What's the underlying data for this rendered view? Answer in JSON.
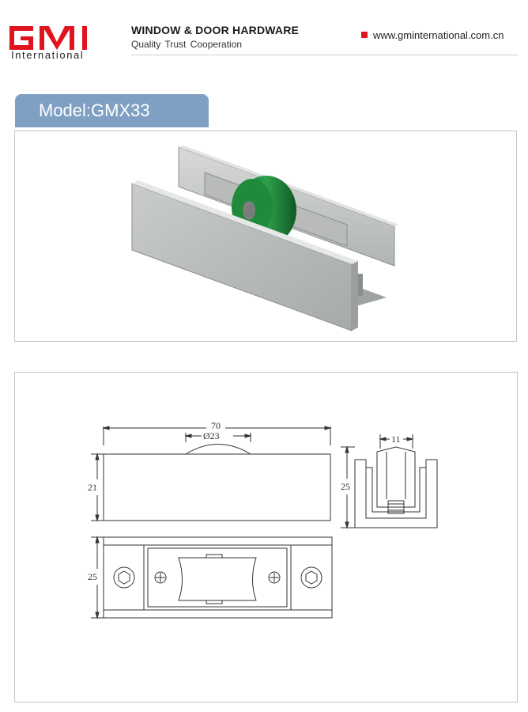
{
  "header": {
    "logo_letters": "GMI",
    "logo_sub": "International",
    "title": "WINDOW & DOOR HARDWARE",
    "tagline": "Quality Trust Cooperation",
    "website": "www.gminternational.com.cn"
  },
  "model": {
    "label": "Model",
    "separator": ":",
    "value": "GMX33"
  },
  "drawing": {
    "dim_length": "70",
    "dim_wheel": "Ø23",
    "dim_height_side": "21",
    "dim_height_end": "25",
    "dim_width_top": "11",
    "dim_height_bottom": "25"
  },
  "colors": {
    "brand_red": "#e0141e",
    "tab_blue": "#7fa0c2",
    "wheel_green": "#1f8a3a",
    "aluminium": "#b4b8b6"
  }
}
